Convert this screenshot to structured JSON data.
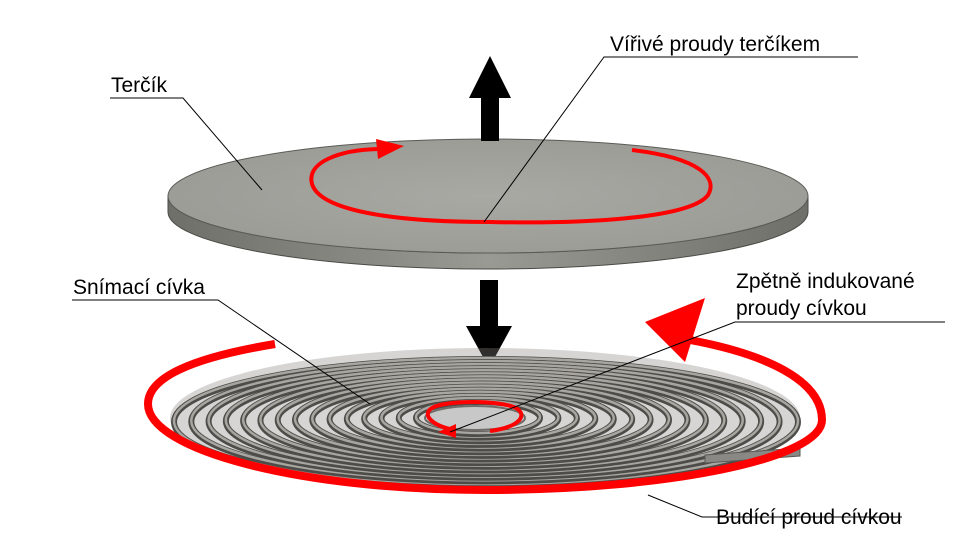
{
  "labels": {
    "target": "Terčík",
    "eddy_currents": "Vířivé proudy terčíkem",
    "sensing_coil": "Snímací cívka",
    "induced_line1": "Zpětně indukované",
    "induced_line2": "proudy cívkou",
    "excitation": "Budící proud cívkou"
  },
  "colors": {
    "current": "#ff0000",
    "disc_top": "#a5a5a1",
    "disc_edge": "#7f7f7a",
    "coil": "#6e6c68",
    "arrow": "#000000",
    "background": "#ffffff"
  },
  "icons": {
    "force_up": "arrow-up-icon",
    "force_down": "arrow-down-icon"
  }
}
